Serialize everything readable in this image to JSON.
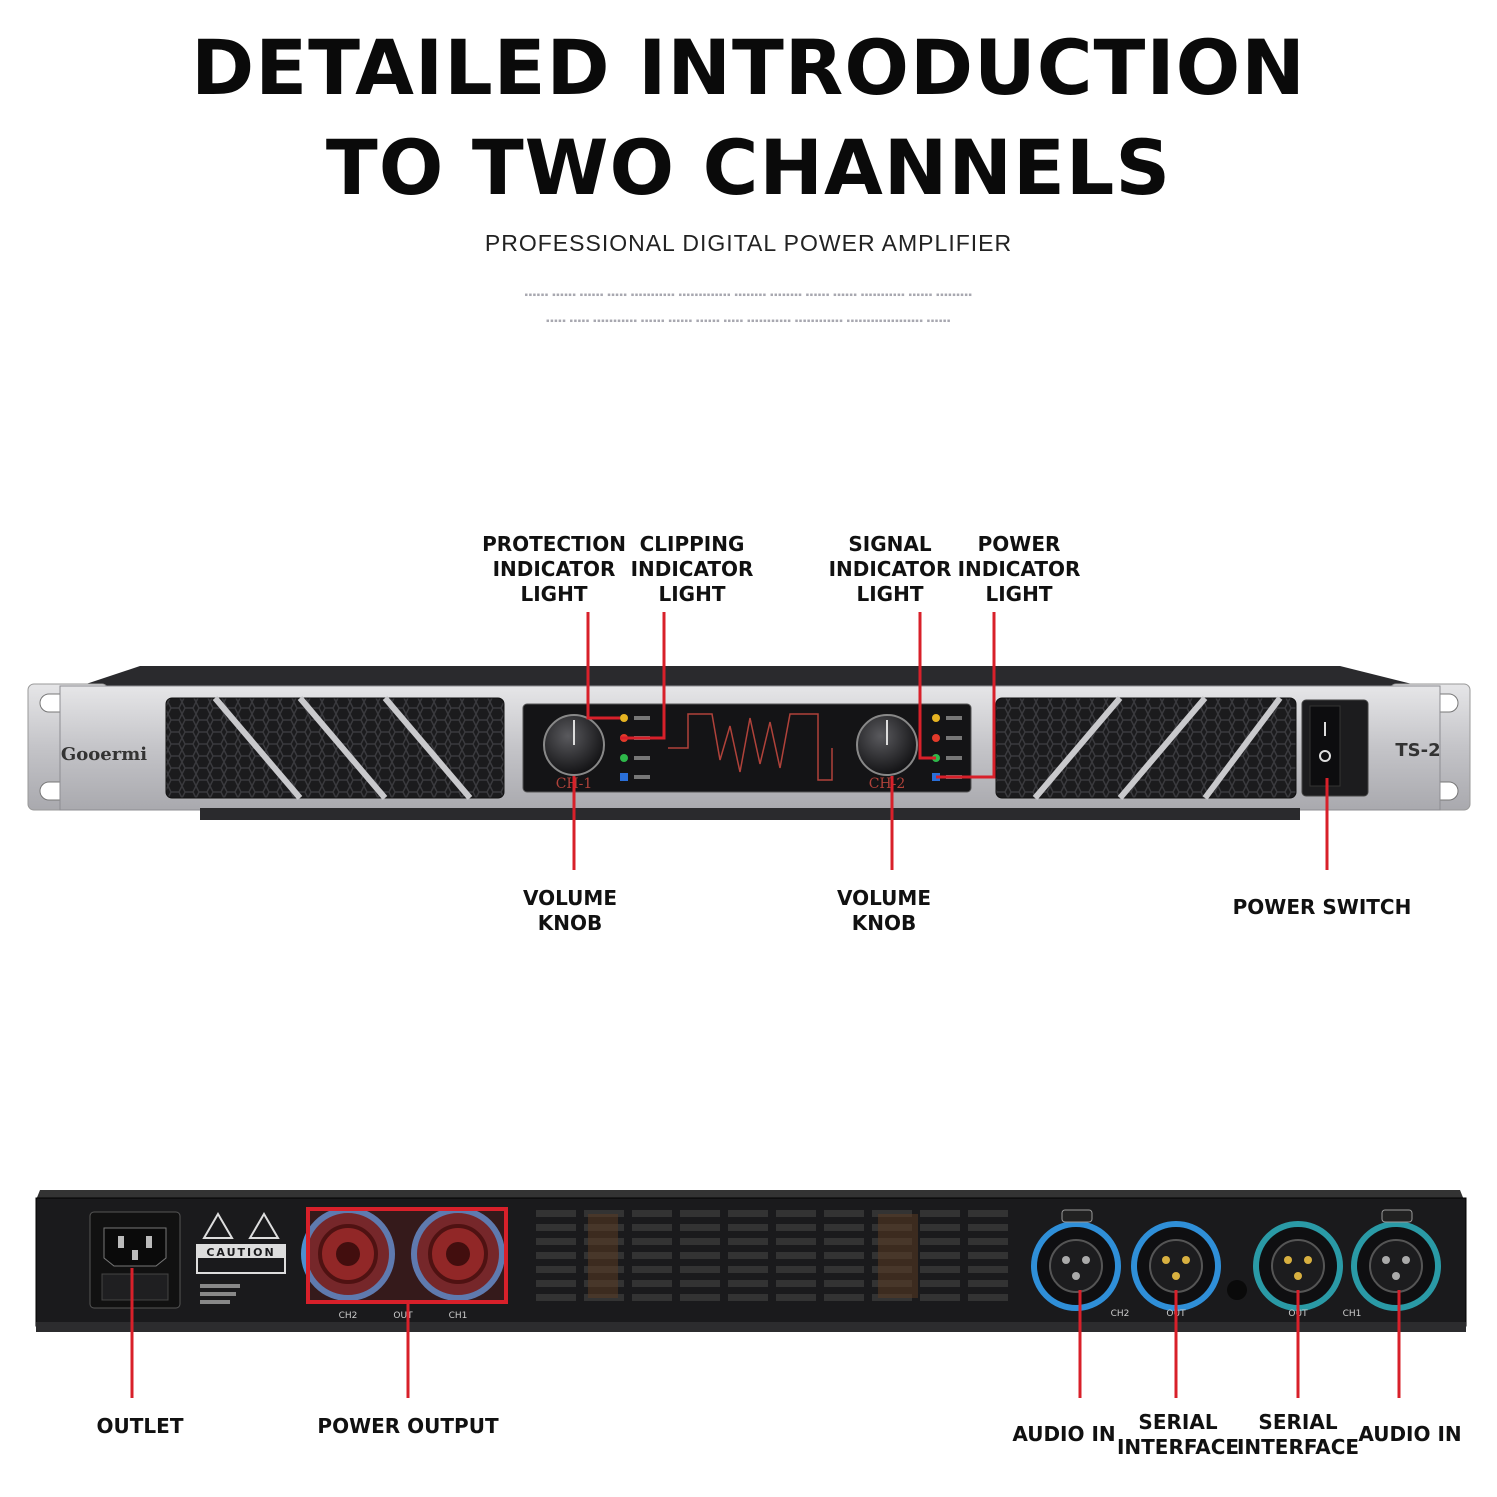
{
  "header": {
    "title_line1": "DETAILED INTRODUCTION",
    "title_line2": "TO TWO CHANNELS",
    "subtitle": "PROFESSIONAL DIGITAL POWER AMPLIFIER"
  },
  "front_panel": {
    "brand": "Gooermi",
    "model": "TS-2",
    "ch1_label": "CH-1",
    "ch2_label": "CH-2"
  },
  "front_labels": {
    "protection": [
      "PROTECTION",
      "INDICATOR",
      "LIGHT"
    ],
    "clipping": [
      "CLIPPING",
      "INDICATOR",
      "LIGHT"
    ],
    "signal": [
      "SIGNAL",
      "INDICATOR",
      "LIGHT"
    ],
    "power_indicator": [
      "POWER",
      "INDICATOR",
      "LIGHT"
    ],
    "volume_knob_1": [
      "VOLUME",
      "KNOB"
    ],
    "volume_knob_2": [
      "VOLUME",
      "KNOB"
    ],
    "power_switch": "POWER SWITCH"
  },
  "rear_panel": {
    "caution": "CAUTION",
    "out_row": [
      "CH2",
      "OUT",
      "CH1"
    ],
    "in_row": [
      "CH2",
      "OUT",
      "CH1"
    ]
  },
  "rear_labels": {
    "outlet": "OUTLET",
    "power_output": "POWER OUTPUT",
    "audio_in_left": "AUDIO IN",
    "serial_left": [
      "SERIAL",
      "INTERFACE"
    ],
    "serial_right": [
      "SERIAL",
      "INTERFACE"
    ],
    "audio_in_right": "AUDIO IN"
  },
  "colors": {
    "callout": "#d8202a",
    "panel_silver": "#c9c9cc",
    "chassis_black": "#1a1a1c",
    "xlr_blue": "#2f8fd8",
    "xlr_teal": "#2a9aa6",
    "speakon_red": "#8a2a2a"
  }
}
